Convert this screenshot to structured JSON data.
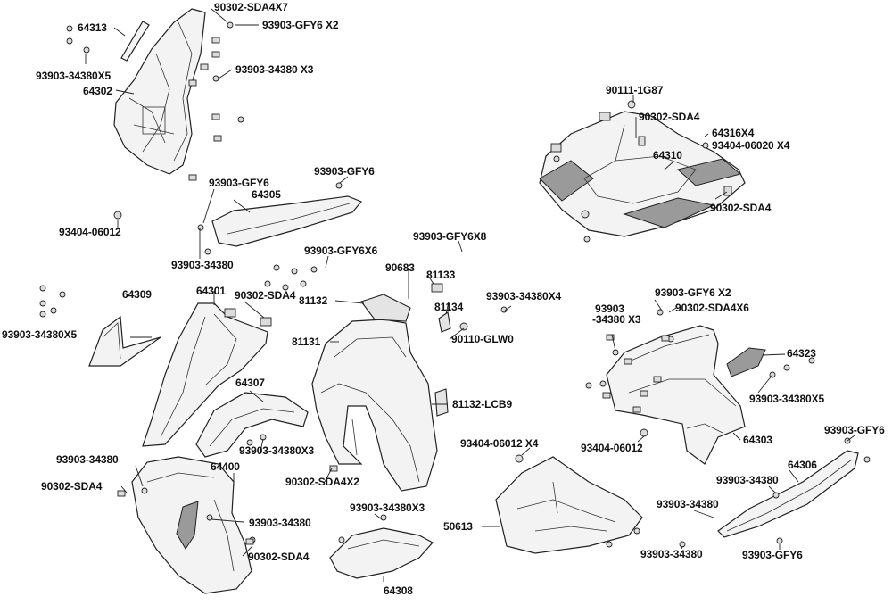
{
  "labels": {
    "l_90302_sda4x7": "90302-SDA4X7",
    "l_64313": "64313",
    "l_93903_gfy6x2_top": "93903-GFY6 X2",
    "l_93903_34380x3_top": "93903-34380 X3",
    "l_93903_34380x5_left": "93903-34380X5",
    "l_64302": "64302",
    "l_90111_1g87": "90111-1G87",
    "l_90302_sda4_r1": "90302-SDA4",
    "l_64316x4": "64316X4",
    "l_93404_06020x4": "93404-06020 X4",
    "l_64310": "64310",
    "l_90302_sda4_r2": "90302-SDA4",
    "l_93903_gfy6_a": "93903-GFY6",
    "l_93903_gfy6_b": "93903-GFY6",
    "l_64305": "64305",
    "l_93404_06012_a": "93404-06012",
    "l_93903_34380_a": "93903-34380",
    "l_93903_gfy6x8": "93903-GFY6X8",
    "l_93903_gfy6x6": "93903-GFY6X6",
    "l_90683": "90683",
    "l_81133": "81133",
    "l_81132": "81132",
    "l_81134": "81134",
    "l_90110_glw0": "90110-GLW0",
    "l_93903_34380x4": "93903-34380X4",
    "l_64301": "64301",
    "l_90302_sda4_c": "90302-SDA4",
    "l_64309": "64309",
    "l_93903_34380x5_b": "93903-34380X5",
    "l_81131": "81131",
    "l_93903_gfy6x2_r": "93903-GFY6 X2",
    "l_93903_r_top": "93903",
    "l_34380x3_r": "-34380 X3",
    "l_90302_sda4x6": "90302-SDA4X6",
    "l_64323": "64323",
    "l_93903_34380x5_r": "93903-34380X5",
    "l_64307": "64307",
    "l_81132_lcb9": "81132-LCB9",
    "l_93903_34380x3_c": "93903-34380X3",
    "l_93404_06012x4": "93404-06012 X4",
    "l_93404_06012_b": "93404-06012",
    "l_64303": "64303",
    "l_93903_gfy6_c": "93903-GFY6",
    "l_93903_34380_b": "93903-34380",
    "l_64400": "64400",
    "l_90302_sda4_d": "90302-SDA4",
    "l_90302_sda4x2": "90302-SDA4X2",
    "l_64306": "64306",
    "l_93903_34380_c": "93903-34380",
    "l_93903_34380_d": "93903-34380",
    "l_93903_34380x3_b": "93903-34380X3",
    "l_93903_34380_e": "93903-34380",
    "l_50613": "50613",
    "l_90302_sda4_e": "90302-SDA4",
    "l_64308": "64308",
    "l_93903_34380_f": "93903-34380",
    "l_93903_gfy6_d": "93903-GFY6"
  }
}
